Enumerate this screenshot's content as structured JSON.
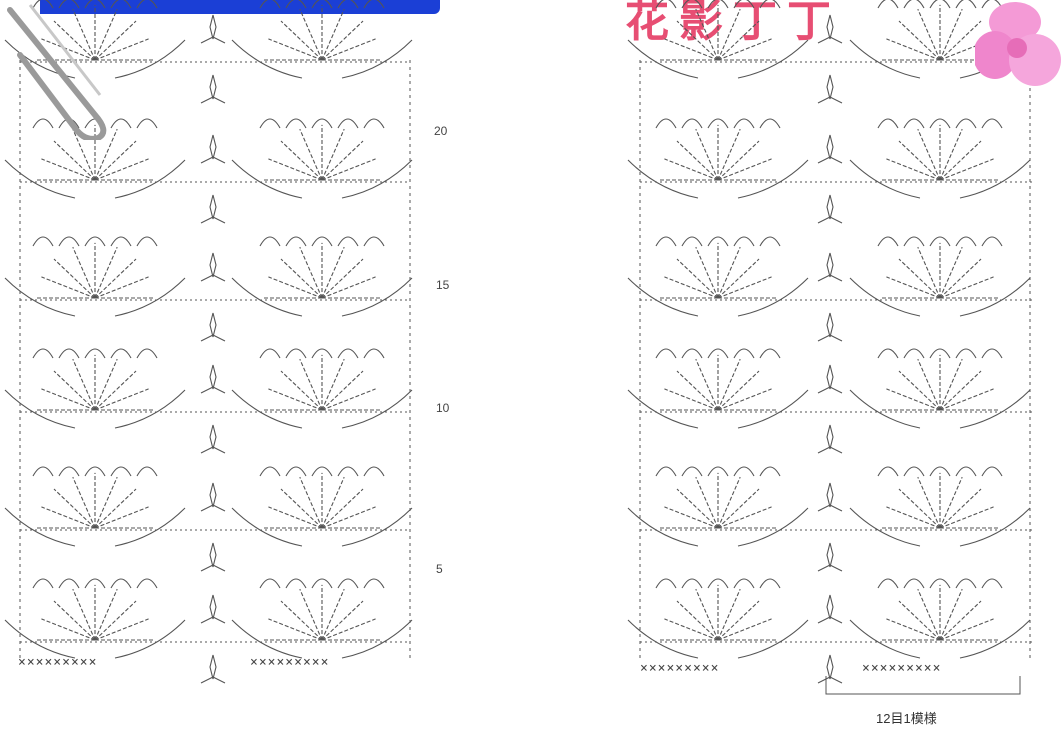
{
  "diagram": {
    "row_markers": [
      "20",
      "15",
      "10",
      "5"
    ],
    "footer_label": "12目1模様",
    "banner_text": "花影丁丁",
    "stitch_row_text": "×××××××××",
    "colors": {
      "line": "#555555",
      "banner_blue": "#1b3fd6",
      "banner_red": "#e53b64",
      "flower": "#f08cc8"
    }
  }
}
